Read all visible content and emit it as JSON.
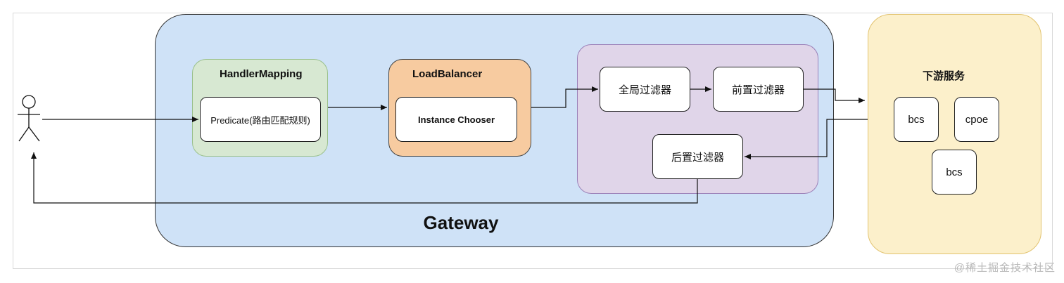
{
  "gateway": {
    "label": "Gateway"
  },
  "handler_mapping": {
    "title": "HandlerMapping",
    "predicate": "Predicate(路由匹配规则)"
  },
  "load_balancer": {
    "title": "LoadBalancer",
    "chooser": "Instance Chooser"
  },
  "filters": {
    "global": "全局过滤器",
    "pre": "前置过滤器",
    "post": "后置过滤器"
  },
  "downstream": {
    "title": "下游服务",
    "services": [
      "bcs",
      "cpoe",
      "bcs"
    ]
  },
  "watermark": "@稀土掘金技术社区"
}
